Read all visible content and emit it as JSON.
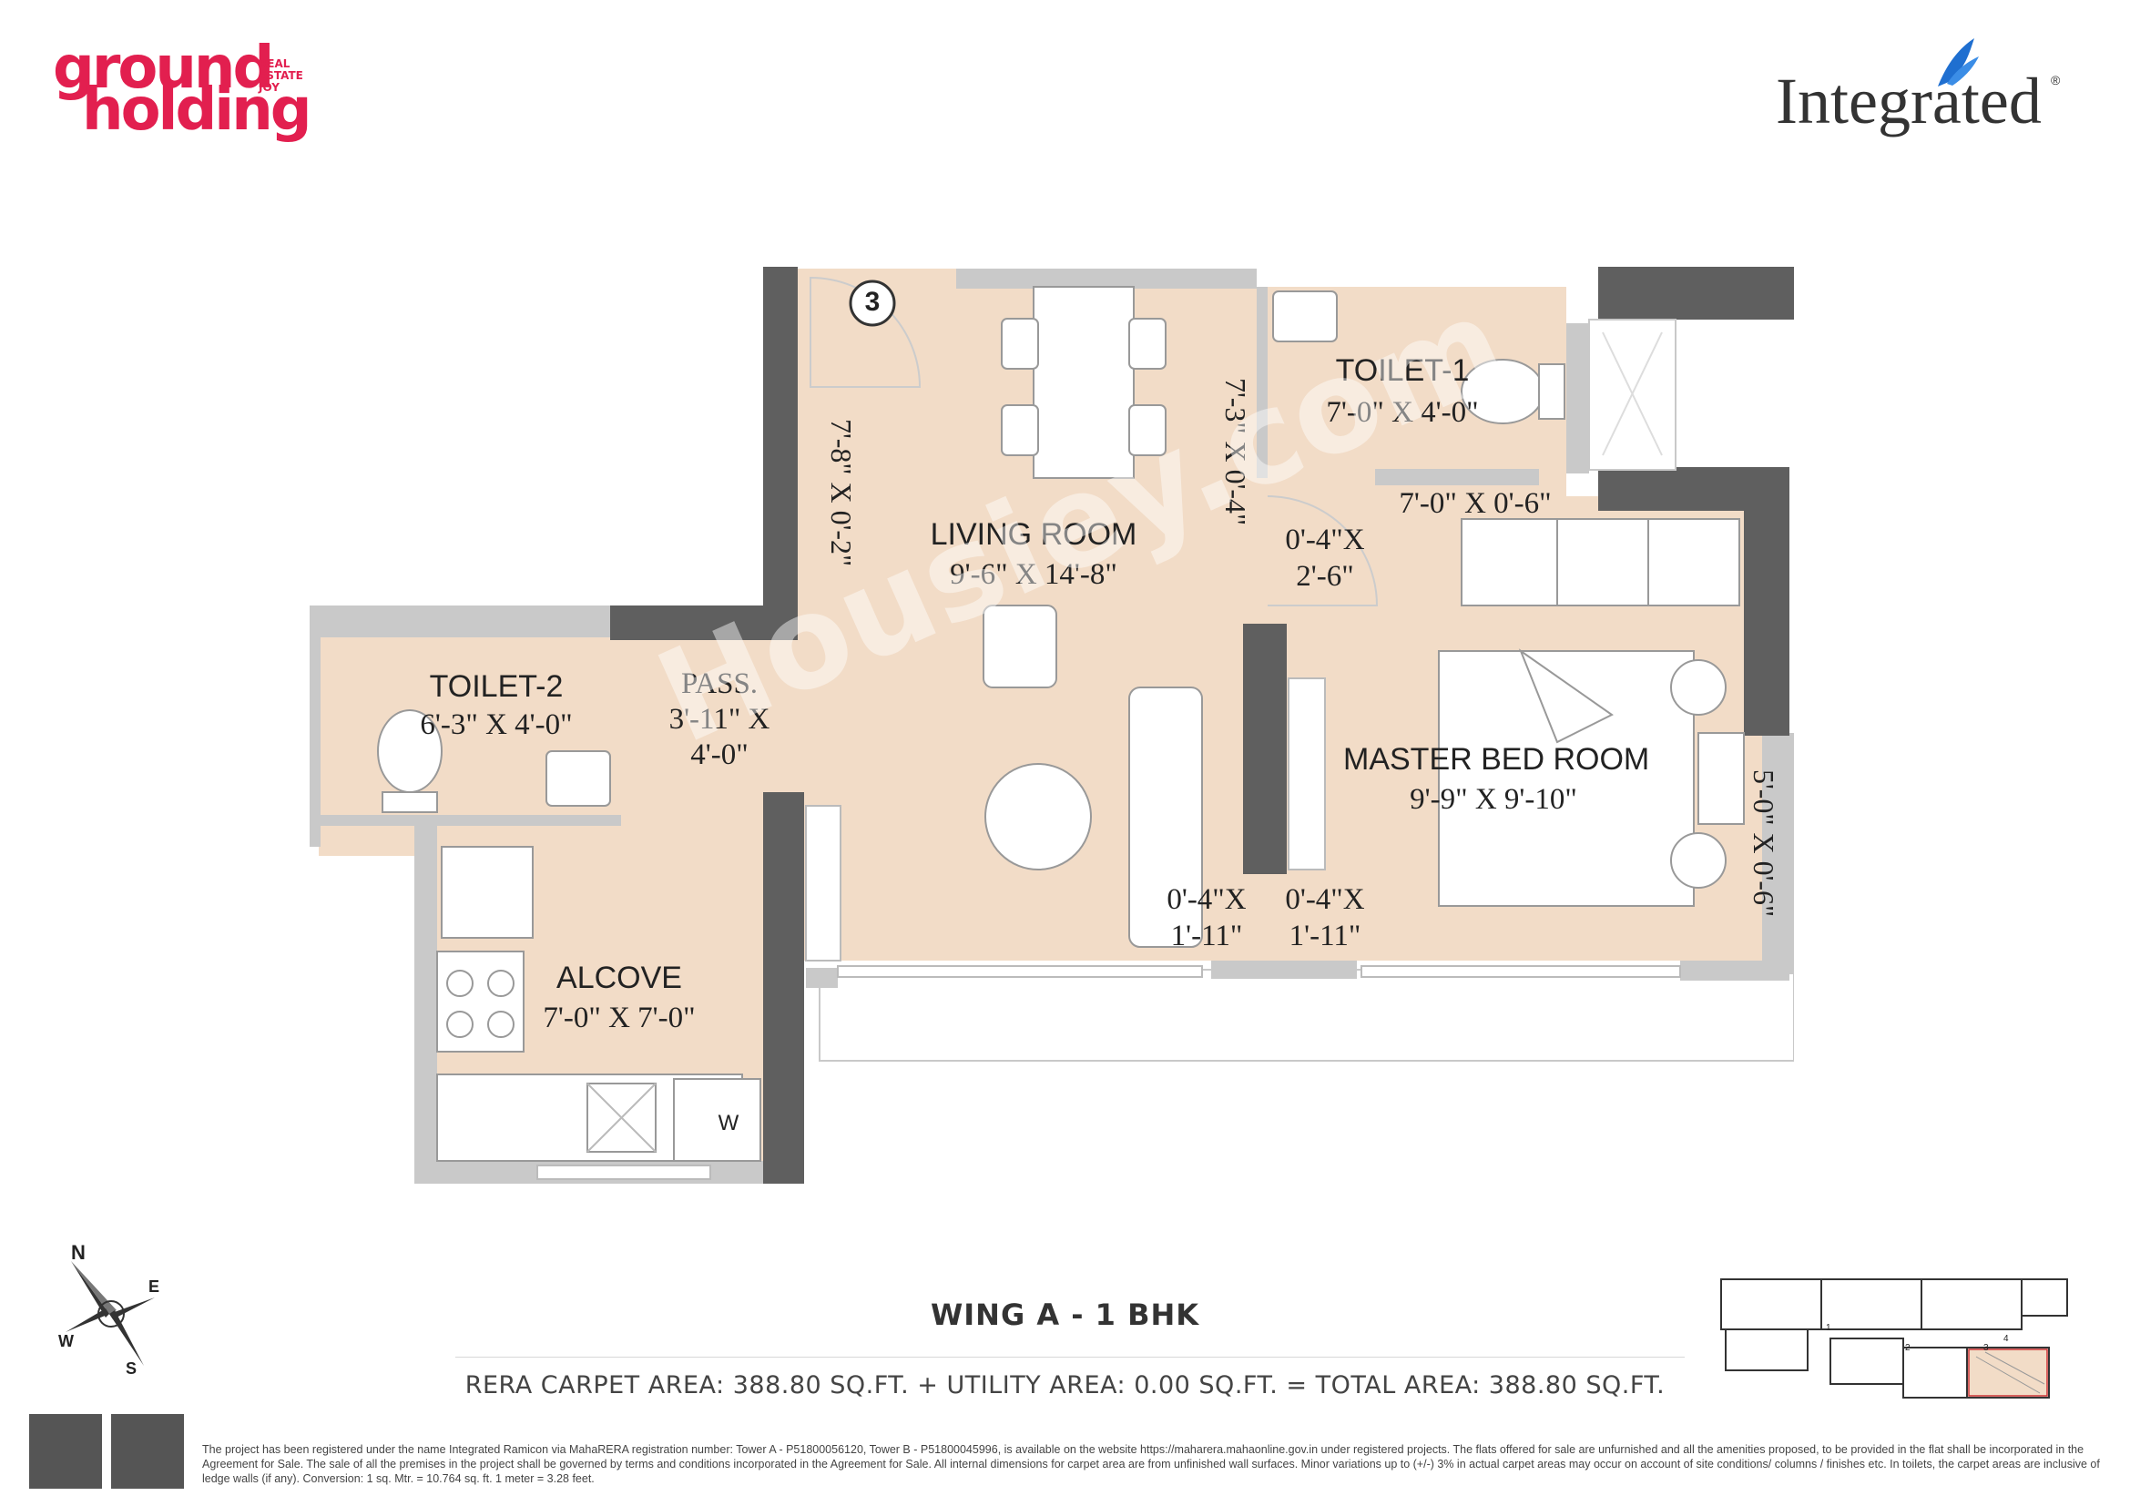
{
  "brand_left": {
    "line1": "ground",
    "line2": "holding",
    "tag1": "REAL",
    "tag2": "ESTATE",
    "tag3": "JOY",
    "color": "#e21f4f"
  },
  "brand_right": {
    "name": "Integrated",
    "reg": "®",
    "wing_color": "#1f6fd0"
  },
  "unit_number": "3",
  "rooms": {
    "living": {
      "label": "LIVING ROOM",
      "dim": "9'-6\" X 14'-8\""
    },
    "toilet1": {
      "label": "TOILET-1",
      "dim": "7'-0\" X 4'-0\""
    },
    "toilet2": {
      "label": "TOILET-2",
      "dim": "6'-3\" X 4'-0\""
    },
    "pass": {
      "label": "PASS.",
      "dim1": "3'-11\" X",
      "dim2": "4'-0\""
    },
    "alcove": {
      "label": "ALCOVE",
      "dim": "7'-0\" X 7'-0\""
    },
    "master": {
      "label": "MASTER BED ROOM",
      "dim": "9'-9\" X 9'-10\""
    }
  },
  "dims": {
    "left_wall": "7'-8\" X 0'-2\"",
    "living_right": "7'-3\" X 0'-4\"",
    "t1_ledge": "7'-0\" X 0'-6\"",
    "niche1_a": "0'-4\"X",
    "niche1_b": "2'-6\"",
    "niche2_a": "0'-4\"X",
    "niche2_b": "1'-11\"",
    "niche3_a": "0'-4\"X",
    "niche3_b": "1'-11\"",
    "right_wall": "5'-0\" X 0'-6\""
  },
  "appliance_label": "W",
  "compass": {
    "n": "N",
    "e": "E",
    "s": "S",
    "w": "W"
  },
  "wing_title": "WING A - 1 BHK",
  "area_line": "RERA CARPET AREA: 388.80 SQ.FT. + UTILITY AREA: 0.00 SQ.FT. = TOTAL AREA: 388.80 SQ.FT.",
  "disclaimer": "The project has been registered under the name Integrated Ramicon via MahaRERA registration number: Tower A - P51800056120, Tower B - P51800045996, is available on the website https://maharera.mahaonline.gov.in under registered projects. The flats offered for sale are unfurnished and all the amenities proposed, to be provided in the flat shall be incorporated in the Agreement for Sale. The sale of all the premises in the project shall be governed by terms and conditions incorporated in the Agreement for Sale. All internal dimensions for carpet area are from unfinished wall surfaces. Minor variations up to (+/-) 3% in actual carpet areas may occur on account of site conditions/ columns / finishes etc. In toilets, the carpet areas are inclusive of ledge walls (if any). Conversion: 1 sq. Mtr. = 10.764 sq. ft. 1 meter = 3.28 feet.",
  "keyplan_labels": {
    "a": "1",
    "b": "2",
    "c": "3",
    "d": "4"
  },
  "watermark": "Housiey.com",
  "colors": {
    "floor": "#f2dcc7",
    "wall": "#5f5f5f",
    "balcony": "#ffffff",
    "light_wall": "#c9c9c9"
  }
}
